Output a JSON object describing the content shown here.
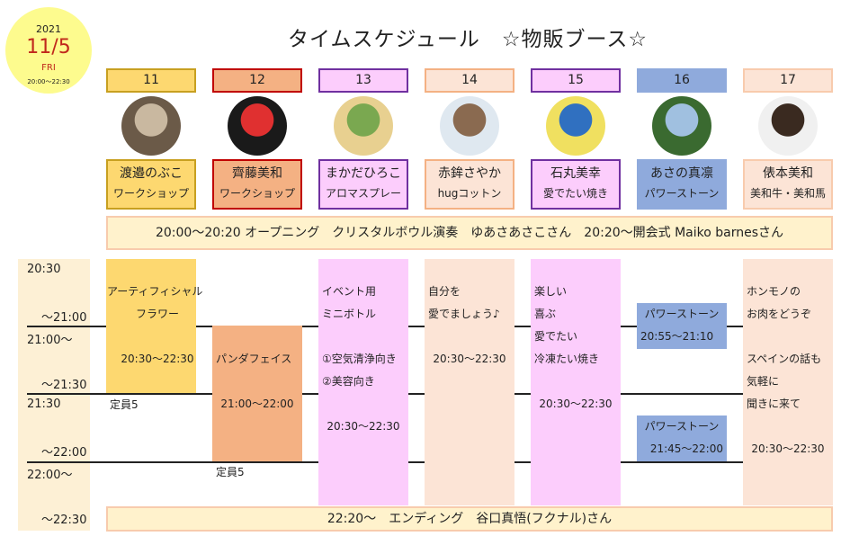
{
  "date": {
    "year": "2021",
    "day": "11/5",
    "weekday": "FRI",
    "hours": "20:00～22:30"
  },
  "title": "タイムスケジュール　☆物販ブース☆",
  "booths": [
    {
      "num": "11",
      "name": "渡邉のぶこ",
      "item": "ワークショップ",
      "bg": "#fdd870",
      "border": "#c8a020"
    },
    {
      "num": "12",
      "name": "齊藤美和",
      "item": "ワークショップ",
      "bg": "#f4b183",
      "border": "#c00000"
    },
    {
      "num": "13",
      "name": "まかだひろこ",
      "item": "アロマスプレー",
      "bg": "#fccdfc",
      "border": "#7030a0"
    },
    {
      "num": "14",
      "name": "赤鉾さやか",
      "item": "hugコットン",
      "bg": "#fce4d6",
      "border": "#f4b183"
    },
    {
      "num": "15",
      "name": "石丸美幸",
      "item": "愛でたい焼き",
      "bg": "#fccdfc",
      "border": "#7030a0"
    },
    {
      "num": "16",
      "name": "あさの真凛",
      "item": "パワーストーン",
      "bg": "#8faadc",
      "border": "#8faadc"
    },
    {
      "num": "17",
      "name": "俵本美和",
      "item": "美和牛・美和馬",
      "bg": "#fce4d6",
      "border": "#f8cbad"
    }
  ],
  "opening": "20:00～20:20 オープニング　クリスタルボウル演奏　ゆあさあさこさん　20:20～開会式 Maiko barnesさん",
  "ending": "22:20～　エンディング　谷口真悟(フクナル)さん",
  "times": [
    "20:30",
    "～21:00",
    "21:00～",
    "～21:30",
    "21:30",
    "～22:00",
    "22:00～",
    "～22:30"
  ],
  "blocks": {
    "b11": [
      "アーティフィシャル",
      "フラワー",
      "20:30～22:30"
    ],
    "b11cap": "定員5",
    "b12": [
      "パンダフェイス",
      "21:00～22:00"
    ],
    "b12cap": "定員5",
    "b13": [
      "イベント用",
      "ミニボトル",
      "①空気清浄向き",
      "②美容向き",
      "20:30～22:30"
    ],
    "b14": [
      "自分を",
      "愛でましょう♪",
      "20:30～22:30"
    ],
    "b15": [
      "楽しい",
      "喜ぶ",
      "愛でたい",
      "冷凍たい焼き",
      "20:30～22:30"
    ],
    "b16a": [
      "パワーストーン",
      "20:55～21:10"
    ],
    "b16b": [
      "パワーストーン",
      "21:45～22:00"
    ],
    "b17": [
      "ホンモノの",
      "お肉をどうぞ",
      "スペインの話も",
      "気軽に",
      "聞きに来て",
      "20:30～22:30"
    ]
  }
}
